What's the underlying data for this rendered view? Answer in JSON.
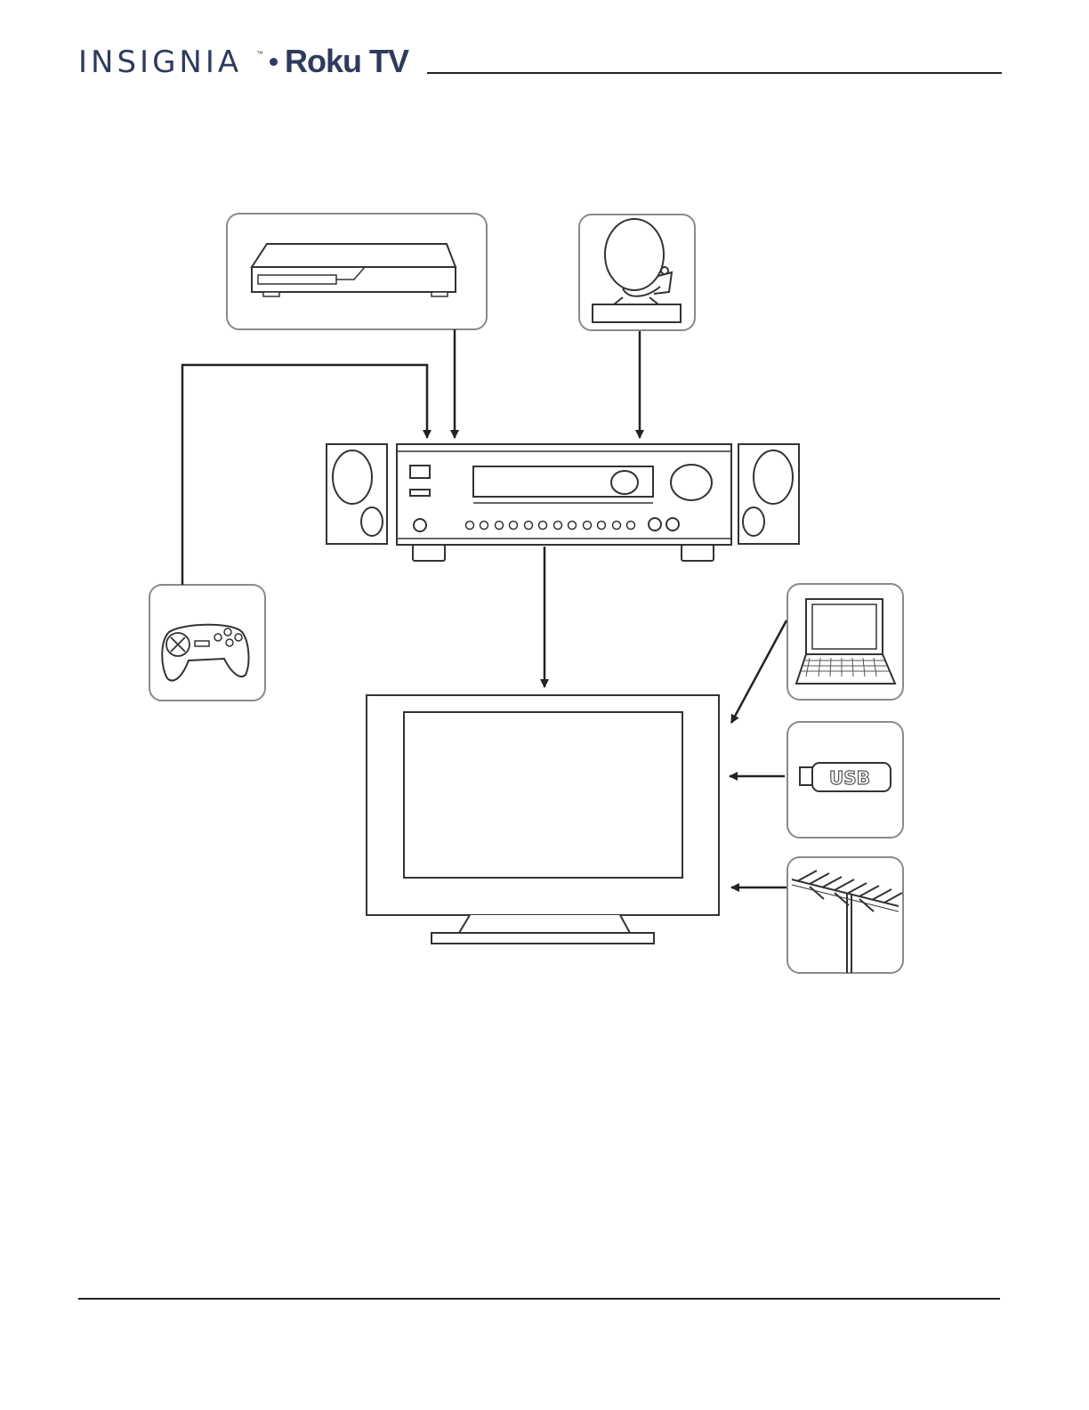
{
  "header": {
    "brand_insignia": "INSIGNIA",
    "brand_tm": "™",
    "brand_roku_tv": "Roku TV"
  },
  "diagram": {
    "usb_label": "USB"
  },
  "icons": [
    "dvd-player-icon",
    "satellite-dish-icon",
    "game-controller-icon",
    "av-receiver-icon",
    "speaker-icon",
    "tv-icon",
    "laptop-icon",
    "usb-drive-icon",
    "antenna-icon"
  ],
  "colors": {
    "brand": "#2f3a5c",
    "line": "#222222",
    "box_stroke": "#8a8a8a"
  }
}
